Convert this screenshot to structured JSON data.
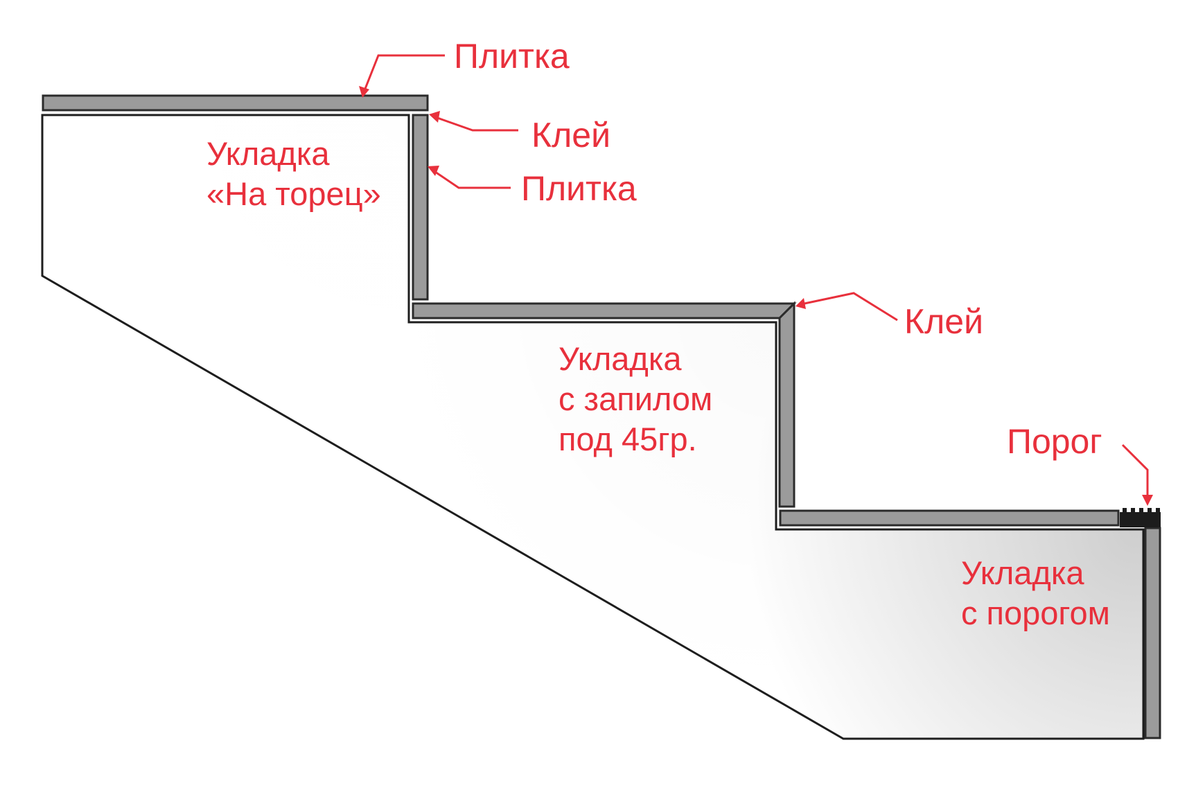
{
  "colors": {
    "label": "#e8303c",
    "outline": "#1e1e1e",
    "tile": "#9b9b9b",
    "body_light": "#ffffff",
    "body_dark": "#c9c9c9"
  },
  "labels": {
    "tile_top": "Плитка",
    "glue_top": "Клей",
    "tile_side": "Плитка",
    "glue_middle": "Клей",
    "threshold": "Порог"
  },
  "methods": {
    "end_face": {
      "lines": [
        "Укладка",
        "«На торец»"
      ]
    },
    "miter_45": {
      "lines": [
        "Укладка",
        "с запилом",
        "под 45гр."
      ]
    },
    "threshold": {
      "lines": [
        "Укладка",
        "с порогом"
      ]
    }
  }
}
